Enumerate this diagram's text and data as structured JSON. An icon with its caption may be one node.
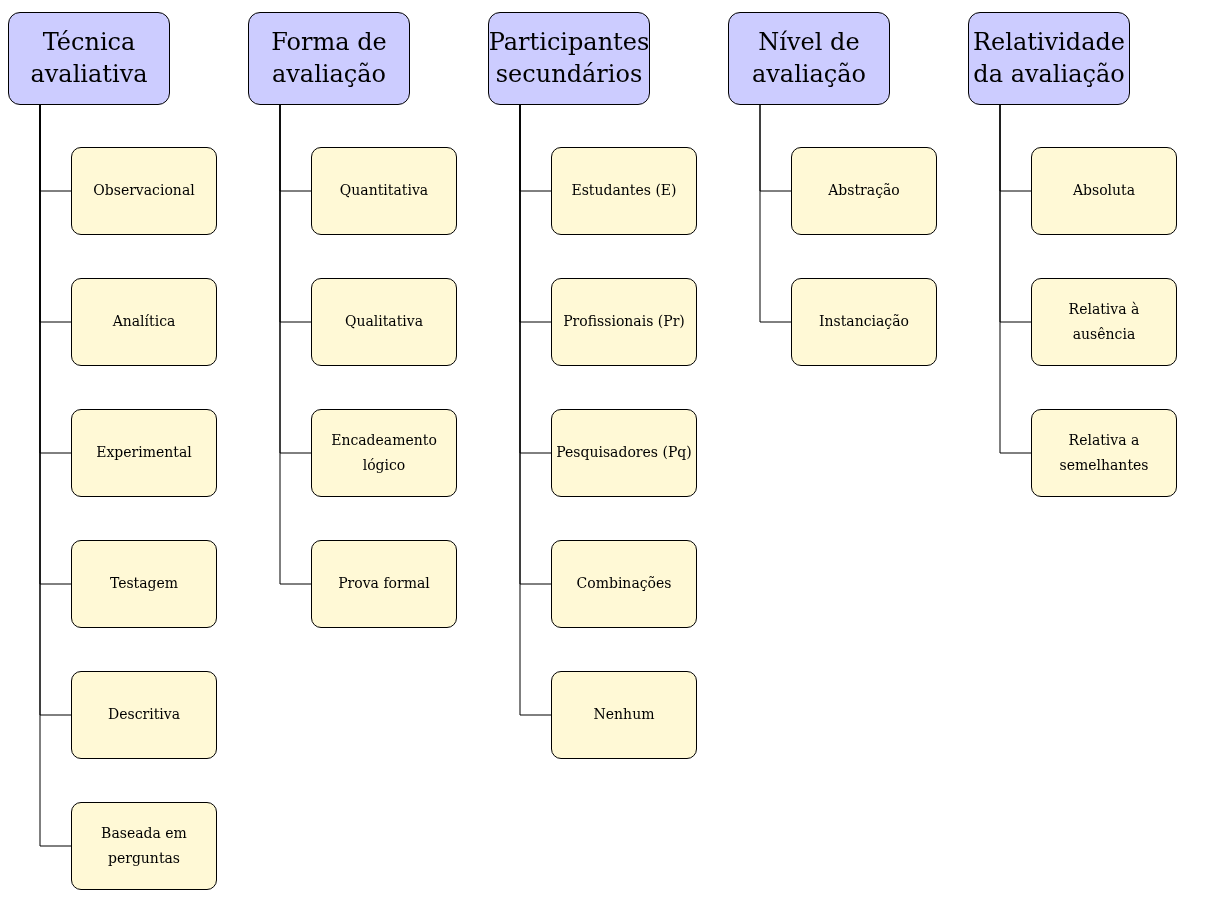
{
  "diagram": {
    "nodes": [
      {
        "text": [
          "Técnica avaliativa"
        ]
      },
      {
        "text": [
          "Observacional"
        ]
      },
      {
        "text": [
          "Analítica"
        ]
      },
      {
        "text": [
          "Experimental"
        ]
      },
      {
        "text": [
          "Testagem"
        ]
      },
      {
        "text": [
          "Descritiva"
        ]
      },
      {
        "text": [
          "Baseada em perguntas"
        ]
      },
      {
        "text": [
          "Forma de avaliação"
        ]
      },
      {
        "text": [
          "Quantitativa"
        ]
      },
      {
        "text": [
          "Qualitativa"
        ]
      },
      {
        "text": [
          "Encadeamento lógico"
        ]
      },
      {
        "text": [
          "Prova formal"
        ]
      },
      {
        "text": [
          "Participantes secundários"
        ]
      },
      {
        "text": [
          "Estudantes (E)"
        ]
      },
      {
        "text": [
          "Profissionais (Pr)"
        ]
      },
      {
        "text": [
          "Pesquisadores (Pq)"
        ]
      },
      {
        "text": [
          "Combinações"
        ]
      },
      {
        "text": [
          "Nenhum"
        ]
      },
      {
        "text": [
          "Nível de avaliação"
        ]
      },
      {
        "text": [
          "Abstração"
        ]
      },
      {
        "text": [
          "Instanciação"
        ]
      },
      {
        "text": [
          "Relatividade da avaliação"
        ]
      },
      {
        "text": [
          "Absoluta"
        ]
      },
      {
        "text": [
          "Relativa à ausência"
        ]
      },
      {
        "text": [
          "Relativa a semelhantes"
        ]
      }
    ],
    "edges": [
      {
        "from": 0,
        "to": 1,
        "arrow": "none"
      },
      {
        "from": 0,
        "to": 2,
        "arrow": "none"
      },
      {
        "from": 0,
        "to": 3,
        "arrow": "none"
      },
      {
        "from": 0,
        "to": 4,
        "arrow": "none"
      },
      {
        "from": 0,
        "to": 5,
        "arrow": "none"
      },
      {
        "from": 0,
        "to": 6,
        "arrow": "none"
      },
      {
        "from": 7,
        "to": 8,
        "arrow": "none"
      },
      {
        "from": 7,
        "to": 9,
        "arrow": "none"
      },
      {
        "from": 7,
        "to": 10,
        "arrow": "none"
      },
      {
        "from": 7,
        "to": 11,
        "arrow": "none"
      },
      {
        "from": 12,
        "to": 13,
        "arrow": "none"
      },
      {
        "from": 12,
        "to": 14,
        "arrow": "none"
      },
      {
        "from": 12,
        "to": 15,
        "arrow": "none"
      },
      {
        "from": 12,
        "to": 16,
        "arrow": "none"
      },
      {
        "from": 12,
        "to": 17,
        "arrow": "none"
      },
      {
        "from": 18,
        "to": 19,
        "arrow": "none"
      },
      {
        "from": 18,
        "to": 20,
        "arrow": "none"
      },
      {
        "from": 21,
        "to": 22,
        "arrow": "none"
      },
      {
        "from": 21,
        "to": 23,
        "arrow": "none"
      },
      {
        "from": 21,
        "to": 24,
        "arrow": "none"
      }
    ]
  }
}
